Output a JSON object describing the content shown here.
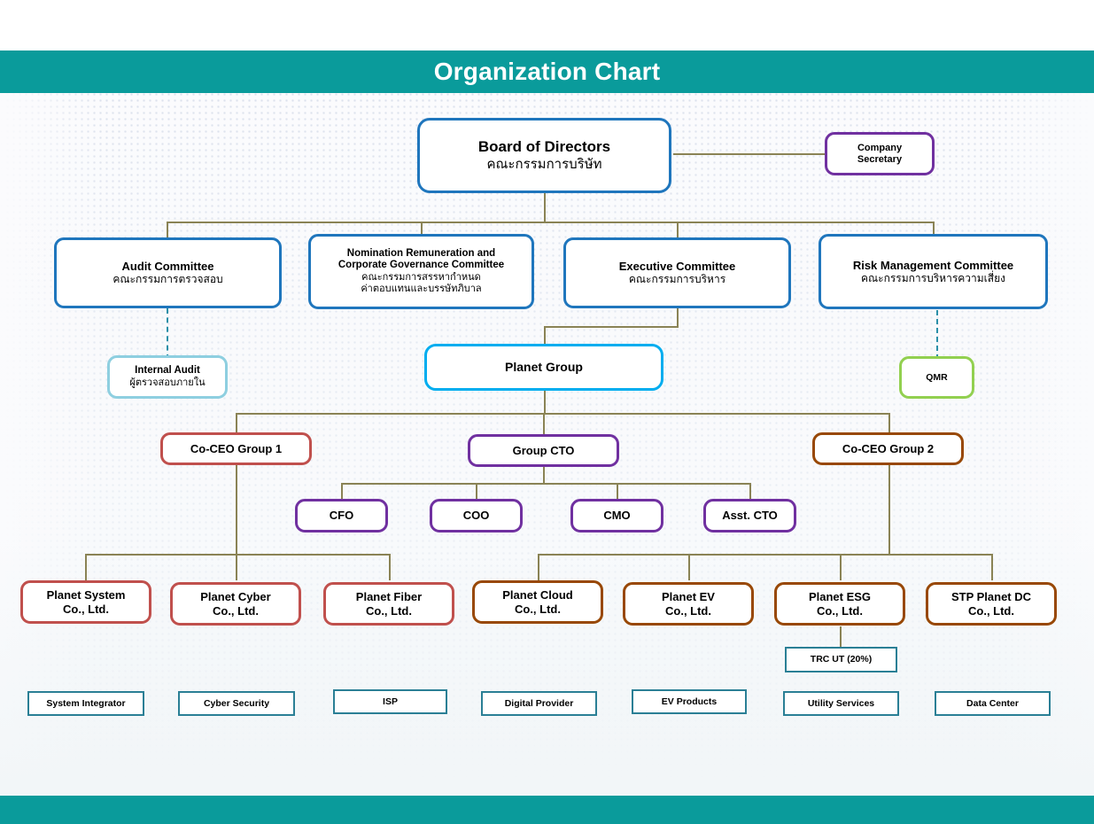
{
  "header": {
    "title": "Organization Chart",
    "bar_color": "#0a9b9b"
  },
  "footer": {
    "bar_color": "#0a9b9b"
  },
  "colors": {
    "connector": "#8a8355",
    "dashed_connector": "#2a8fa8",
    "board_border": "#1f76bd",
    "secretary_border": "#7030a0",
    "committee_border": "#1f76bd",
    "internal_audit_border": "#8ecfe0",
    "planet_group_border": "#00adef",
    "qmr_border": "#92d050",
    "group1_border": "#c0504d",
    "cto_border": "#7030a0",
    "group2_border": "#984806",
    "tag_border": "#2a7f95"
  },
  "nodes": {
    "board": {
      "en": "Board of Directors",
      "th": "คณะกรรมการบริษัท"
    },
    "secretary": {
      "en": "Company\nSecretary",
      "th": ""
    },
    "audit_committee": {
      "en": "Audit Committee",
      "th": "คณะกรรมการตรวจสอบ"
    },
    "nomination_committee": {
      "en": "Nomination Remuneration and\nCorporate Governance Committee",
      "th": "คณะกรรมการสรรหากำหนด\nค่าตอบแทนและบรรษัทภิบาล"
    },
    "executive_committee": {
      "en": "Executive Committee",
      "th": "คณะกรรมการบริหาร"
    },
    "risk_committee": {
      "en": "Risk Management Committee",
      "th": "คณะกรรมการบริหารความเสี่ยง"
    },
    "internal_audit": {
      "en": "Internal Audit",
      "th": "ผู้ตรวจสอบภายใน"
    },
    "planet_group": {
      "en": "Planet Group",
      "th": ""
    },
    "qmr": {
      "en": "QMR",
      "th": ""
    },
    "co_ceo_1": {
      "en": "Co-CEO Group 1",
      "th": ""
    },
    "group_cto": {
      "en": "Group CTO",
      "th": ""
    },
    "co_ceo_2": {
      "en": "Co-CEO Group 2",
      "th": ""
    },
    "cfo": {
      "en": "CFO",
      "th": ""
    },
    "coo": {
      "en": "COO",
      "th": ""
    },
    "cmo": {
      "en": "CMO",
      "th": ""
    },
    "asst_cto": {
      "en": "Asst. CTO",
      "th": ""
    },
    "planet_system": {
      "en": "Planet System\nCo., Ltd.",
      "th": ""
    },
    "planet_cyber": {
      "en": "Planet Cyber\nCo., Ltd.",
      "th": ""
    },
    "planet_fiber": {
      "en": "Planet Fiber\nCo., Ltd.",
      "th": ""
    },
    "planet_cloud": {
      "en": "Planet Cloud\nCo., Ltd.",
      "th": ""
    },
    "planet_ev": {
      "en": "Planet EV\nCo., Ltd.",
      "th": ""
    },
    "planet_esg": {
      "en": "Planet ESG\nCo., Ltd.",
      "th": ""
    },
    "stp_planet_dc": {
      "en": "STP Planet DC\nCo., Ltd.",
      "th": ""
    },
    "trc_ut": {
      "en": "TRC UT (20%)",
      "th": ""
    },
    "tag_system_integrator": {
      "en": "System Integrator",
      "th": ""
    },
    "tag_cyber_security": {
      "en": "Cyber Security",
      "th": ""
    },
    "tag_isp": {
      "en": "ISP",
      "th": ""
    },
    "tag_digital_provider": {
      "en": "Digital Provider",
      "th": ""
    },
    "tag_ev_products": {
      "en": "EV Products",
      "th": ""
    },
    "tag_utility_services": {
      "en": "Utility Services",
      "th": ""
    },
    "tag_data_center": {
      "en": "Data Center",
      "th": ""
    }
  }
}
